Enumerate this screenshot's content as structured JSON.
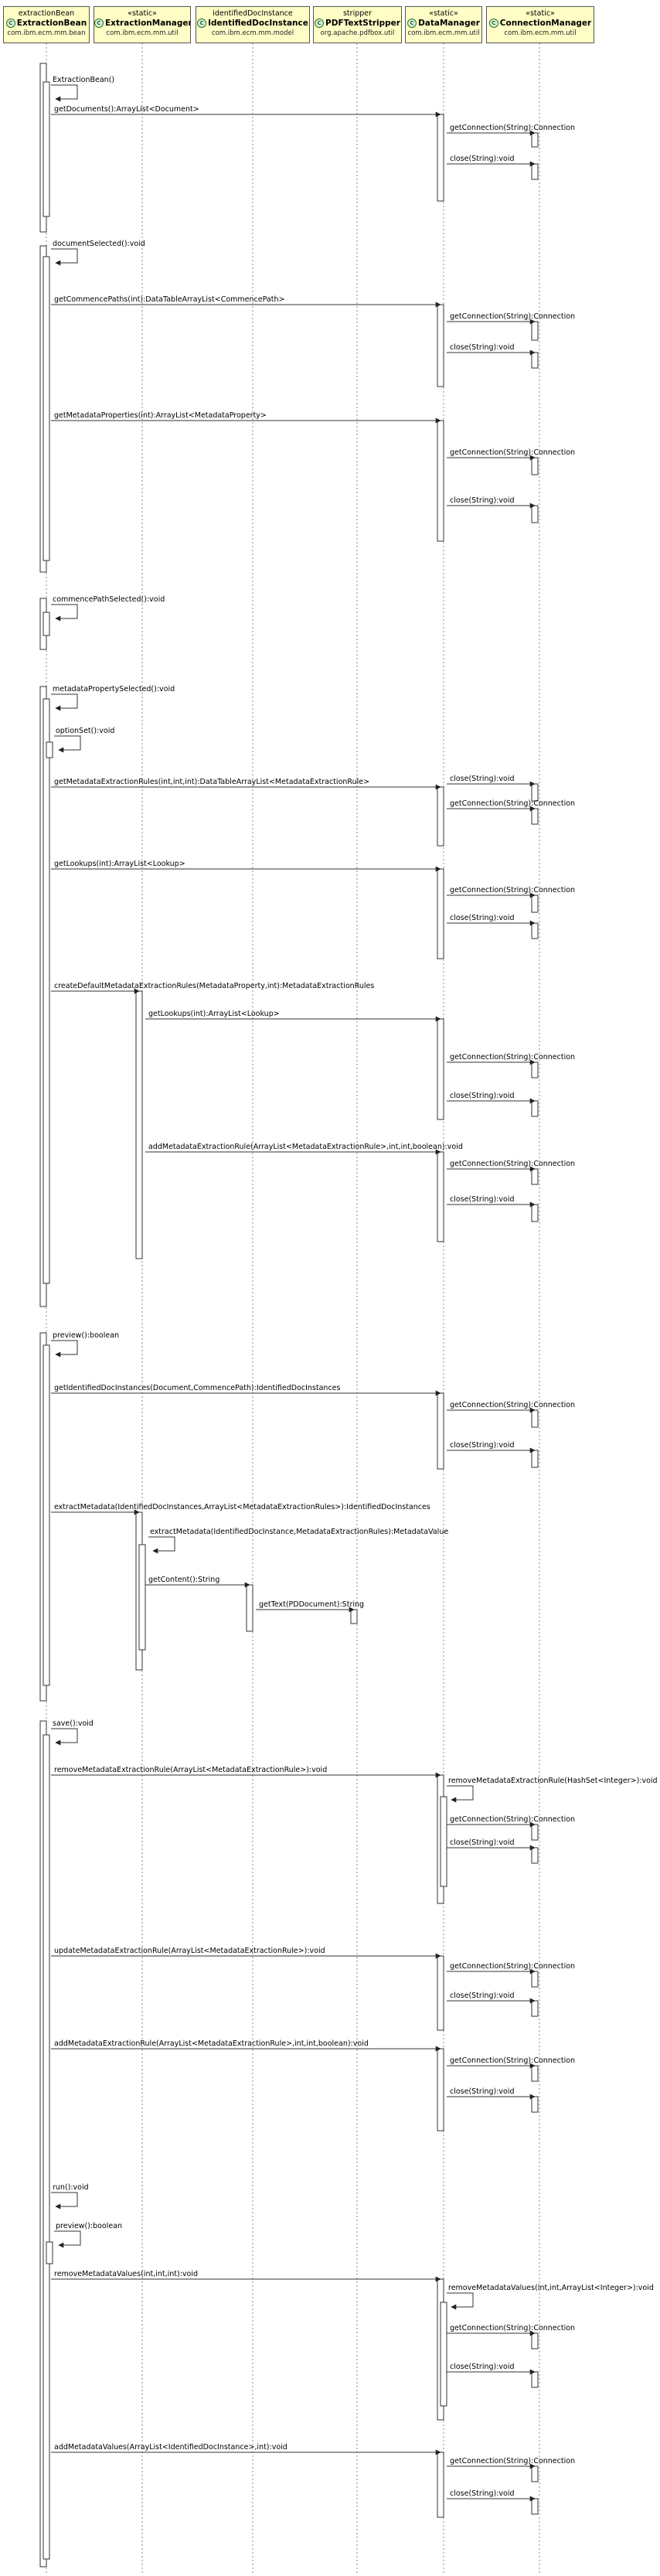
{
  "lifelines": [
    {
      "id": "bean",
      "line1": "extractionBean",
      "name": "ExtractionBean",
      "pkg": "com.ibm.ecm.mm.bean",
      "icon": "class-icon"
    },
    {
      "id": "em",
      "line1": "«static»",
      "name": "ExtractionManager",
      "pkg": "com.ibm.ecm.mm.util",
      "icon": "class-icon"
    },
    {
      "id": "idi",
      "line1": "identifiedDocInstance",
      "name": "IdentifiedDocInstance",
      "pkg": "com.ibm.ecm.mm.model",
      "icon": "class-icon"
    },
    {
      "id": "strip",
      "line1": "stripper",
      "name": "PDFTextStripper",
      "pkg": "org.apache.pdfbox.util",
      "icon": "class-icon"
    },
    {
      "id": "dm",
      "line1": "«static»",
      "name": "DataManager",
      "pkg": "com.ibm.ecm.mm.util",
      "icon": "class-icon"
    },
    {
      "id": "cm",
      "line1": "«static»",
      "name": "ConnectionManager",
      "pkg": "com.ibm.ecm.mm.util",
      "icon": "class-icon"
    }
  ],
  "messages": [
    {
      "from": "bean",
      "to": "bean",
      "label": "ExtractionBean()"
    },
    {
      "from": "bean",
      "to": "dm",
      "label": "getDocuments():ArrayList<Document>"
    },
    {
      "from": "dm",
      "to": "cm",
      "label": "getConnection(String):Connection"
    },
    {
      "from": "dm",
      "to": "cm",
      "label": "close(String):void"
    },
    {
      "from": "bean",
      "to": "bean",
      "label": "documentSelected():void"
    },
    {
      "from": "bean",
      "to": "dm",
      "label": "getCommencePaths(int):DataTableArrayList<CommencePath>"
    },
    {
      "from": "dm",
      "to": "cm",
      "label": "getConnection(String):Connection"
    },
    {
      "from": "dm",
      "to": "cm",
      "label": "close(String):void"
    },
    {
      "from": "bean",
      "to": "dm",
      "label": "getMetadataProperties(int):ArrayList<MetadataProperty>"
    },
    {
      "from": "dm",
      "to": "cm",
      "label": "getConnection(String):Connection"
    },
    {
      "from": "dm",
      "to": "cm",
      "label": "close(String):void"
    },
    {
      "from": "bean",
      "to": "bean",
      "label": "commencePathSelected():void"
    },
    {
      "from": "bean",
      "to": "bean",
      "label": "metadataPropertySelected():void"
    },
    {
      "from": "bean",
      "to": "bean",
      "label": "optionSet():void"
    },
    {
      "from": "bean",
      "to": "dm",
      "label": "getMetadataExtractionRules(int,int,int):DataTableArrayList<MetadataExtractionRule>"
    },
    {
      "from": "dm",
      "to": "cm",
      "label": "close(String):void"
    },
    {
      "from": "dm",
      "to": "cm",
      "label": "getConnection(String):Connection"
    },
    {
      "from": "bean",
      "to": "dm",
      "label": "getLookups(int):ArrayList<Lookup>"
    },
    {
      "from": "dm",
      "to": "cm",
      "label": "getConnection(String):Connection"
    },
    {
      "from": "dm",
      "to": "cm",
      "label": "close(String):void"
    },
    {
      "from": "bean",
      "to": "em",
      "label": "createDefaultMetadataExtractionRules(MetadataProperty,int):MetadataExtractionRules"
    },
    {
      "from": "em",
      "to": "dm",
      "label": "getLookups(int):ArrayList<Lookup>"
    },
    {
      "from": "dm",
      "to": "cm",
      "label": "getConnection(String):Connection"
    },
    {
      "from": "dm",
      "to": "cm",
      "label": "close(String):void"
    },
    {
      "from": "em",
      "to": "dm",
      "label": "addMetadataExtractionRule(ArrayList<MetadataExtractionRule>,int,int,boolean):void"
    },
    {
      "from": "dm",
      "to": "cm",
      "label": "getConnection(String):Connection"
    },
    {
      "from": "dm",
      "to": "cm",
      "label": "close(String):void"
    },
    {
      "from": "bean",
      "to": "bean",
      "label": "preview():boolean"
    },
    {
      "from": "bean",
      "to": "dm",
      "label": "getIdentifiedDocInstances(Document,CommencePath):IdentifiedDocInstances"
    },
    {
      "from": "dm",
      "to": "cm",
      "label": "getConnection(String):Connection"
    },
    {
      "from": "dm",
      "to": "cm",
      "label": "close(String):void"
    },
    {
      "from": "bean",
      "to": "em",
      "label": "extractMetadata(IdentifiedDocInstances,ArrayList<MetadataExtractionRules>):IdentifiedDocInstances"
    },
    {
      "from": "em",
      "to": "em",
      "label": "extractMetadata(IdentifiedDocInstance,MetadataExtractionRules):MetadataValue"
    },
    {
      "from": "em",
      "to": "idi",
      "label": "getContent():String"
    },
    {
      "from": "idi",
      "to": "strip",
      "label": "getText(PDDocument):String"
    },
    {
      "from": "bean",
      "to": "bean",
      "label": "save():void"
    },
    {
      "from": "bean",
      "to": "dm",
      "label": "removeMetadataExtractionRule(ArrayList<MetadataExtractionRule>):void"
    },
    {
      "from": "dm",
      "to": "dm",
      "label": "removeMetadataExtractionRule(HashSet<Integer>):void"
    },
    {
      "from": "dm",
      "to": "cm",
      "label": "getConnection(String):Connection"
    },
    {
      "from": "dm",
      "to": "cm",
      "label": "close(String):void"
    },
    {
      "from": "bean",
      "to": "dm",
      "label": "updateMetadataExtractionRule(ArrayList<MetadataExtractionRule>):void"
    },
    {
      "from": "dm",
      "to": "cm",
      "label": "getConnection(String):Connection"
    },
    {
      "from": "dm",
      "to": "cm",
      "label": "close(String):void"
    },
    {
      "from": "bean",
      "to": "dm",
      "label": "addMetadataExtractionRule(ArrayList<MetadataExtractionRule>,int,int,boolean):void"
    },
    {
      "from": "dm",
      "to": "cm",
      "label": "getConnection(String):Connection"
    },
    {
      "from": "dm",
      "to": "cm",
      "label": "close(String):void"
    },
    {
      "from": "bean",
      "to": "bean",
      "label": "run():void"
    },
    {
      "from": "bean",
      "to": "bean",
      "label": "preview():boolean"
    },
    {
      "from": "bean",
      "to": "dm",
      "label": "removeMetadataValues(int,int,int):void"
    },
    {
      "from": "dm",
      "to": "dm",
      "label": "removeMetadataValues(int,int,ArrayList<Integer>):void"
    },
    {
      "from": "dm",
      "to": "cm",
      "label": "getConnection(String):Connection"
    },
    {
      "from": "dm",
      "to": "cm",
      "label": "close(String):void"
    },
    {
      "from": "bean",
      "to": "dm",
      "label": "addMetadataValues(ArrayList<IdentifiedDocInstance>,int):void"
    },
    {
      "from": "dm",
      "to": "cm",
      "label": "getConnection(String):Connection"
    },
    {
      "from": "dm",
      "to": "cm",
      "label": "close(String):void"
    }
  ],
  "colors": {
    "header_fill": "#fffec6",
    "activation_fill": "#ffffff",
    "line": "#333333",
    "text": "#000000"
  }
}
